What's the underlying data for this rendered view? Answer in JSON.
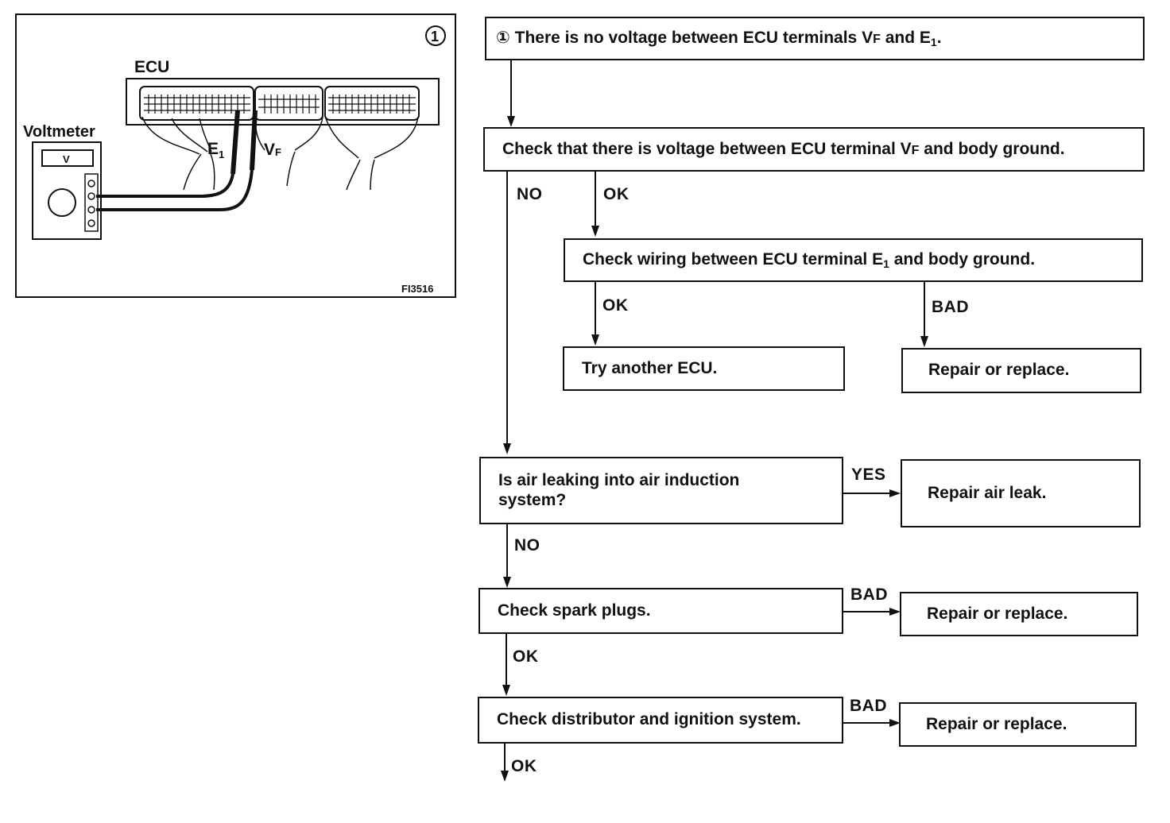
{
  "figure": {
    "number": "①",
    "ecu_label": "ECU",
    "voltmeter_label": "Voltmeter",
    "meter_face": "V",
    "e1_label": "E",
    "e1_sub": "1",
    "vf_label": "V",
    "vf_sub": "F",
    "code": "FI3516"
  },
  "flow": {
    "step1": {
      "marker": "①",
      "pre": "There is no voltage between ECU terminals V",
      "sub1": "F",
      "mid": " and E",
      "sub2": "1",
      "post": "."
    },
    "step2": {
      "pre": "Check that there is voltage between ECU terminal V",
      "sub": "F",
      "post": " and body ground."
    },
    "step2_no": "NO",
    "step2_ok": "OK",
    "step3": {
      "pre": "Check wiring between ECU terminal  E",
      "sub": "1",
      "post": " and body ground."
    },
    "step3_ok": "OK",
    "step3_bad": "BAD",
    "try_ecu": "Try another ECU.",
    "repair1": "Repair or replace.",
    "step4_line1": "Is air leaking into air induction",
    "step4_line2": "system?",
    "step4_yes": "YES",
    "repair_air": "Repair air leak.",
    "step4_no": "NO",
    "step5": "Check spark plugs.",
    "step5_bad": "BAD",
    "repair2": "Repair or replace.",
    "step5_ok": "OK",
    "step6": "Check distributor and ignition system.",
    "step6_bad": "BAD",
    "repair3": "Repair or replace.",
    "step6_ok": "OK"
  }
}
